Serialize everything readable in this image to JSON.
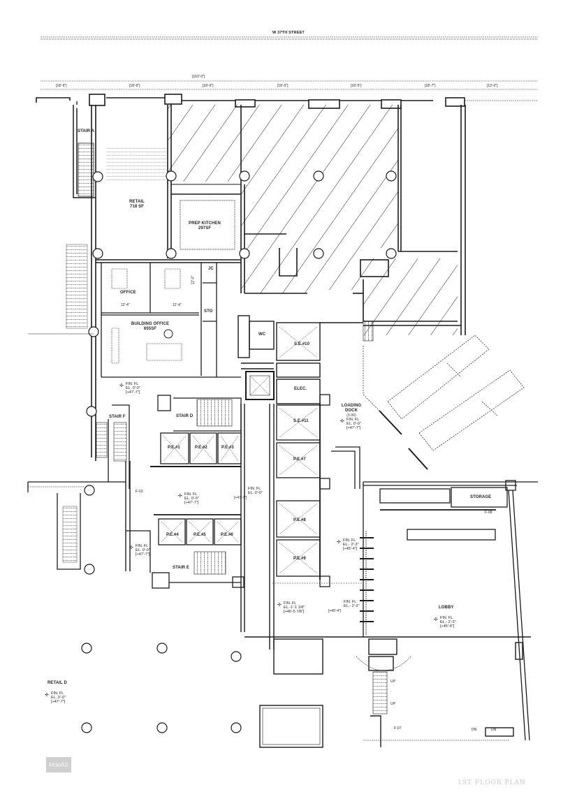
{
  "header": {
    "street": "W 37TH STREET",
    "overall_dimension": "[163'-0\"]",
    "bay_dimensions": [
      "[18'-9\"]",
      "[18'-9\"]",
      "[18'-9\"]",
      "[18'-9\"]",
      "[18'-5\"]",
      "[18'-7\"]",
      "[13'-0\"]"
    ]
  },
  "rooms": {
    "stair_a": "STAIR A",
    "retail": {
      "name": "RETAIL",
      "area": "718 SF"
    },
    "prep_kitchen": {
      "name": "PREP KITCHEN",
      "area": "297SF"
    },
    "office": "OFFICE",
    "office_dim_1": "12'-4\"",
    "office_dim_2": "12'-4\"",
    "office_dim_v": "12'-0\"",
    "jc": "JC",
    "sto": "STO",
    "building_office": {
      "name": "BUILDING OFFICE",
      "area": "655SF"
    },
    "wc": "WC",
    "elec": "ELEC.",
    "stair_f": "STAIR F",
    "stair_d": "STAIR D",
    "stair_e": "STAIR E",
    "storage": "STORAGE",
    "loading_dock": {
      "name": "LOADING",
      "name2": "DOCK",
      "sub": "(3 00)"
    },
    "lobby": "LOBBY",
    "retail_d": "RETAIL D",
    "f03": "F-03",
    "f08": "F-08",
    "f07": "F-07",
    "up_1": "UP",
    "up_2": "UP",
    "dn_1": "DN",
    "dn_2": "DN"
  },
  "elevators": {
    "se10": "S.E.#10",
    "se11": "S.E.#11",
    "pe1": "P.E.#1",
    "pe2": "P.E.#2",
    "pe3": "P.E.#3",
    "pe4": "P.E.#4",
    "pe5": "P.E.#5",
    "pe6": "P.E.#6",
    "pe7": "P.E.#7",
    "pe8": "P.E.#8",
    "pe9": "P.E.#9"
  },
  "elevations": [
    {
      "id": "office-corridor",
      "l1": "FIN. FL",
      "l2": "EL. 0'-0\"",
      "l3": "[+47'-7\"]"
    },
    {
      "id": "loading-dock",
      "l1": "FIN. FL",
      "l2": "EL. 0'-0\"",
      "l3": "[+47'-7\"]"
    },
    {
      "id": "elevator-lobby",
      "l1": "FIN. FL",
      "l2": "EL. 0'-0\"",
      "l3": "[+47'-7\"]"
    },
    {
      "id": "elevator-lobby-east",
      "l1": "FIN. FL",
      "l2": "EL. 0'-0\"",
      "l3": "[+47'-7\"]"
    },
    {
      "id": "stair-e-vestibule",
      "l1": "FIN. FL",
      "l2": "EL. 0'-0\"",
      "l3": "[+47'-7\"]"
    },
    {
      "id": "ramp-upper",
      "l1": "FIN. FL",
      "l2": "EL.- 2'-3\"",
      "l3": "[+45'-4\"]"
    },
    {
      "id": "ramp-lower-a",
      "l1": "FIN. FL",
      "l2": "EL.-1'-1 1/8\"",
      "l3": "[+46'-5 7/8\"]"
    },
    {
      "id": "ramp-lower-b",
      "l1": "FIN. FL",
      "l2": "EL.- 2'-3\"",
      "l3": "[+45'-4\"]"
    },
    {
      "id": "lobby",
      "l1": "FIN. FL",
      "l2": "EL.- 2'-3\"",
      "l3": "[+45'-4\"]"
    },
    {
      "id": "retail-d",
      "l1": "FIN. FL",
      "l2": "EL. 0'-0\"",
      "l3": "[+47'-7\"]"
    }
  ],
  "footer": {
    "logo": "MdeAS",
    "title": "1ST FLOOR PLAN"
  },
  "colors": {
    "line": "#1a1a1a",
    "hatch": "#222222",
    "logo_bg": "#cfcfcf",
    "title": "#c9c9c9"
  }
}
